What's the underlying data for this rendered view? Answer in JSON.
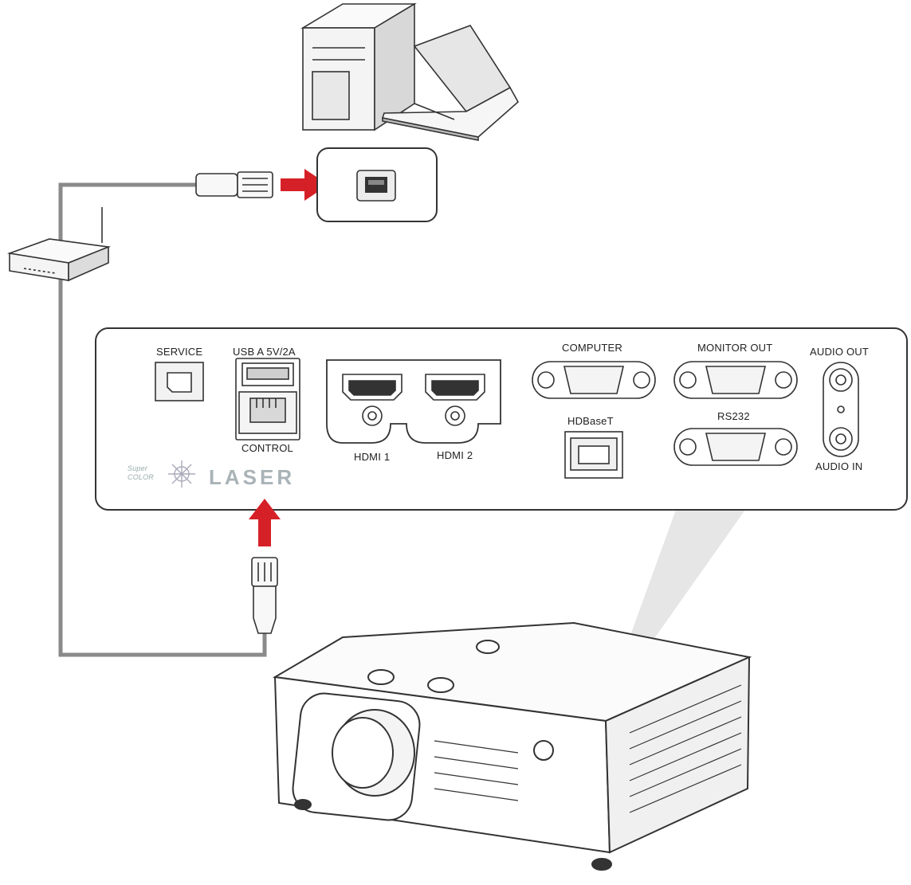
{
  "panel": {
    "labels": {
      "service": "SERVICE",
      "usb_a": "USB A  5V/2A",
      "control": "CONTROL",
      "hdmi1": "HDMI 1",
      "hdmi2": "HDMI 2",
      "computer": "COMPUTER",
      "hdbaset": "HDBaseT",
      "monitor_out": "MONITOR OUT",
      "rs232": "RS232",
      "audio_out": "AUDIO OUT",
      "audio_in": "AUDIO IN"
    },
    "logo": {
      "super": "Super",
      "color": "COLOR",
      "laser": "LASER"
    }
  },
  "colors": {
    "arrow": "#d62027",
    "cable": "#8a8a8a",
    "outline": "#333333",
    "beam": "#e4e4e4"
  },
  "icons": [
    "desktop-computer-icon",
    "laptop-icon",
    "rj45-plug-icon",
    "lan-port-icon",
    "router-icon",
    "projector-icon"
  ]
}
